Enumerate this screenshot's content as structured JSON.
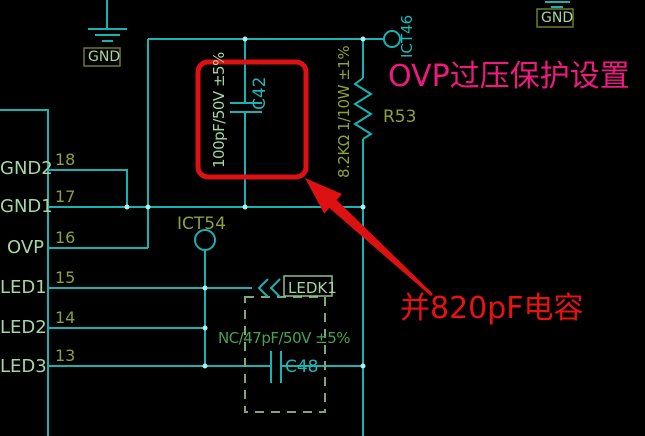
{
  "schematic": {
    "component_pins": [
      {
        "name": "GND2",
        "number": "18"
      },
      {
        "name": "GND1",
        "number": "17"
      },
      {
        "name": "OVP",
        "number": "16"
      },
      {
        "name": "LED1",
        "number": "15"
      },
      {
        "name": "LED2",
        "number": "14"
      },
      {
        "name": "LED3",
        "number": "13"
      }
    ],
    "capacitor_c42": {
      "designator": "C42",
      "value": "100pF/50V ±5%"
    },
    "capacitor_c48": {
      "designator": "C48",
      "value": "NC/47pF/50V ±5%"
    },
    "resistor_r53": {
      "designator": "R53",
      "value": "8.2KΩ 1/10W ±1%"
    },
    "testpoint_ict46": {
      "label": "ICT46"
    },
    "testpoint_ict54": {
      "label": "ICT54"
    },
    "port_ledk1": {
      "label": "LEDK1"
    },
    "ground_labels": {
      "top_left": "GND",
      "top_right": "GND"
    }
  },
  "annotations": {
    "ovp_note": "OVP过压保护设置",
    "cap_note": "并820pF电容"
  },
  "colors": {
    "background": "#000000",
    "wire": "#17b2b2",
    "junction": "#aef0f0",
    "pale_label": "#a5d6a5",
    "olive_label": "#8aa23b",
    "green_label": "#49a24e",
    "designator_cyan": "#1cb7b7",
    "ground_box_outline": "#6e7a28",
    "highlight_red": "#dd1111",
    "annotation_red": "#e81212",
    "annotation_magenta": "#f0197f"
  }
}
